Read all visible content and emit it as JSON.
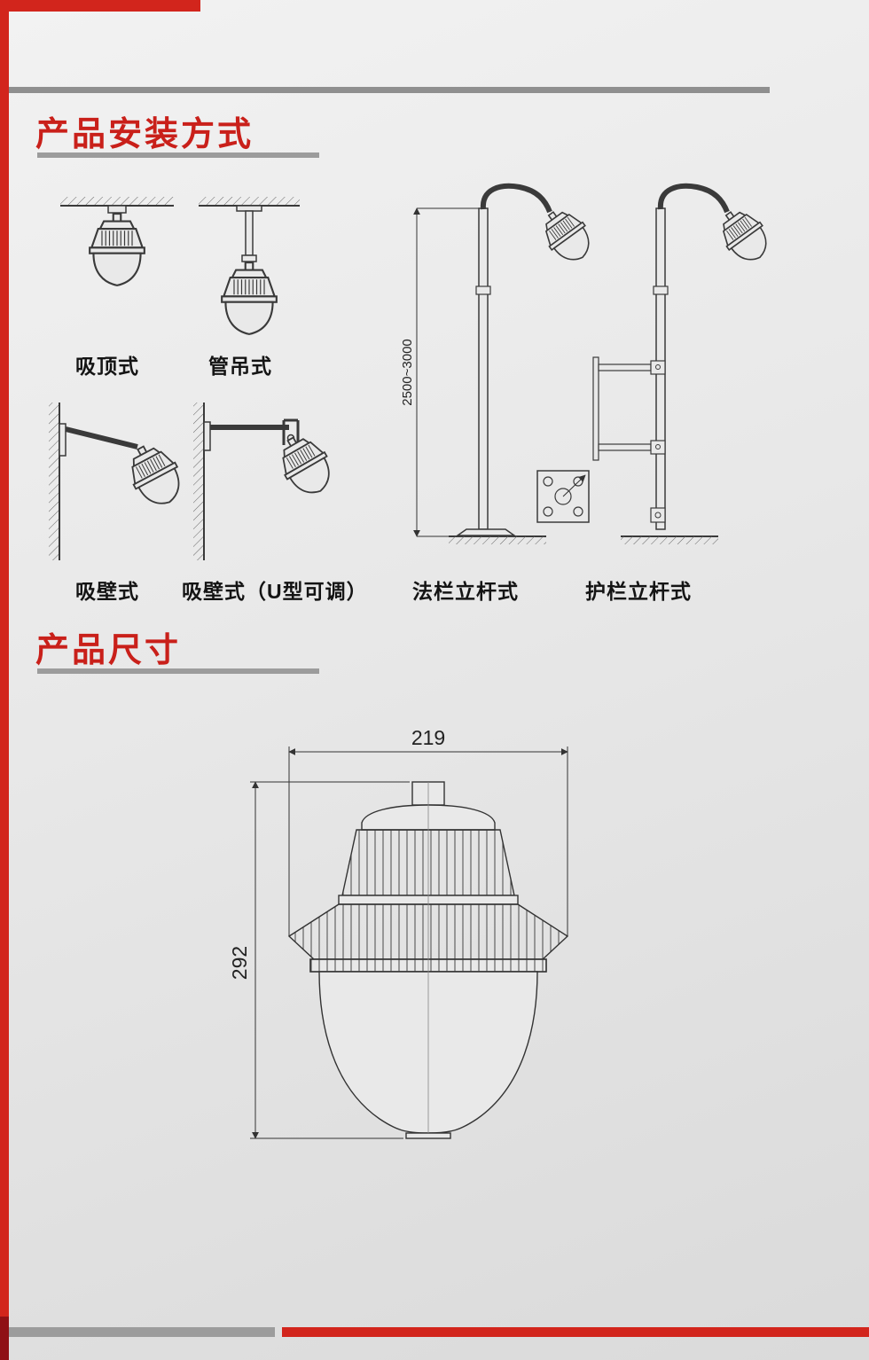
{
  "sections": {
    "installation": {
      "title": "产品安装方式"
    },
    "dimensions": {
      "title": "产品尺寸"
    }
  },
  "installation": {
    "mounts": [
      {
        "label": "吸顶式"
      },
      {
        "label": "管吊式"
      },
      {
        "label": "吸壁式"
      },
      {
        "label": "吸壁式（U型可调）"
      }
    ],
    "poles": [
      {
        "label": "法栏立杆式",
        "height_range": "2500~3000"
      },
      {
        "label": "护栏立杆式"
      }
    ]
  },
  "product_dimensions": {
    "width_mm": "219",
    "height_mm": "292"
  },
  "colors": {
    "accent_red": "#d2251c",
    "dark_red": "#8f1015",
    "bar_gray": "#9c9c9c",
    "line_color": "#3a3a3a",
    "title_red": "#c9201a"
  }
}
